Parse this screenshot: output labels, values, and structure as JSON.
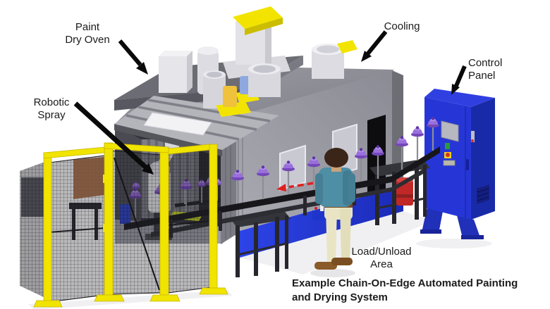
{
  "labels": {
    "paint_dry_oven": {
      "line1": "Paint",
      "line2": "Dry Oven"
    },
    "robotic_spray": {
      "line1": "Robotic",
      "line2": "Spray"
    },
    "cooling": {
      "text": "Cooling"
    },
    "control_panel": {
      "line1": "Control",
      "line2": "Panel"
    },
    "load_unload": {
      "line1": "Load/Unload",
      "line2": "Area"
    }
  },
  "caption": {
    "line1": "Example Chain-On-Edge Automated Painting",
    "line2": "and Drying System"
  },
  "colors": {
    "cage_yellow": "#f0e400",
    "machine_base_blue": "#2438d8",
    "control_panel_blue": "#2636d6",
    "part_purple": "#9a6fdc",
    "machine_gray": "#9a9aa2",
    "oven_roof_dark_gray": "#6c6c74",
    "flow_arrow_red": "#e02020",
    "safety_mesh_dark": "#2a2a32",
    "jacket_teal": "#4e8fa6",
    "pants_khaki": "#e9e5c4",
    "red_motor": "#c02828",
    "label_text": "#1a1a1a",
    "label_arrow_black": "#0a0a0a"
  }
}
